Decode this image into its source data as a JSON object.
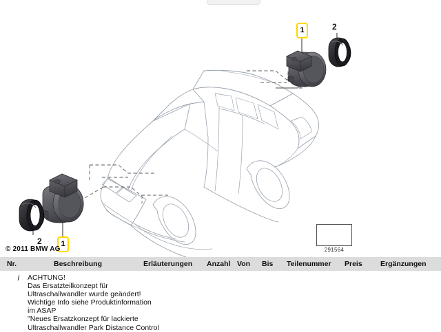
{
  "document": {
    "copyright": "© 2011 BMW AG",
    "figure_number": "291564"
  },
  "illustration": {
    "vehicle": "BMW X3 isometric outline drawing",
    "callouts": [
      {
        "id": "rear-sensor",
        "label": "1",
        "style": "highlighted-yellow"
      },
      {
        "id": "rear-ring",
        "label": "2",
        "style": "plain"
      },
      {
        "id": "front-sensor",
        "label": "1",
        "style": "highlighted-yellow"
      },
      {
        "id": "front-ring",
        "label": "2",
        "style": "plain"
      }
    ],
    "icons": {
      "figure_frame": "arrow-pointer-icon",
      "callout_1": "callout-badge-icon",
      "callout_2": "callout-number-icon"
    },
    "colors": {
      "highlight": "#ffd700",
      "part_body": "#5b5b5f",
      "part_dark": "#2b2b2e",
      "outline": "#9aa0ab",
      "leader_line": "#555555",
      "table_header_bg": "#dcdcdc"
    }
  },
  "table": {
    "columns": [
      {
        "key": "nr",
        "label": "Nr."
      },
      {
        "key": "besch",
        "label": "Beschreibung"
      },
      {
        "key": "erl",
        "label": "Erläuterungen"
      },
      {
        "key": "anz",
        "label": "Anzahl"
      },
      {
        "key": "von",
        "label": "Von"
      },
      {
        "key": "bis",
        "label": "Bis"
      },
      {
        "key": "teil",
        "label": "Teilenummer"
      },
      {
        "key": "preis",
        "label": "Preis"
      },
      {
        "key": "erg",
        "label": "Ergänzungen"
      }
    ],
    "rows": [
      {
        "nr": "i",
        "description_lines": [
          "ACHTUNG!",
          "Das Ersatzteilkonzept für",
          "Ultraschallwandler wurde geändert!",
          "Wichtige Info siehe Produktinformation",
          "im ASAP",
          "\"Neues Ersatzkonzept für lackierte",
          "Ultraschallwandler Park Distance Control"
        ],
        "erlauterungen": "",
        "anzahl": "",
        "von": "",
        "bis": "",
        "teilenummer": "",
        "preis": "",
        "erganzungen": ""
      }
    ]
  }
}
